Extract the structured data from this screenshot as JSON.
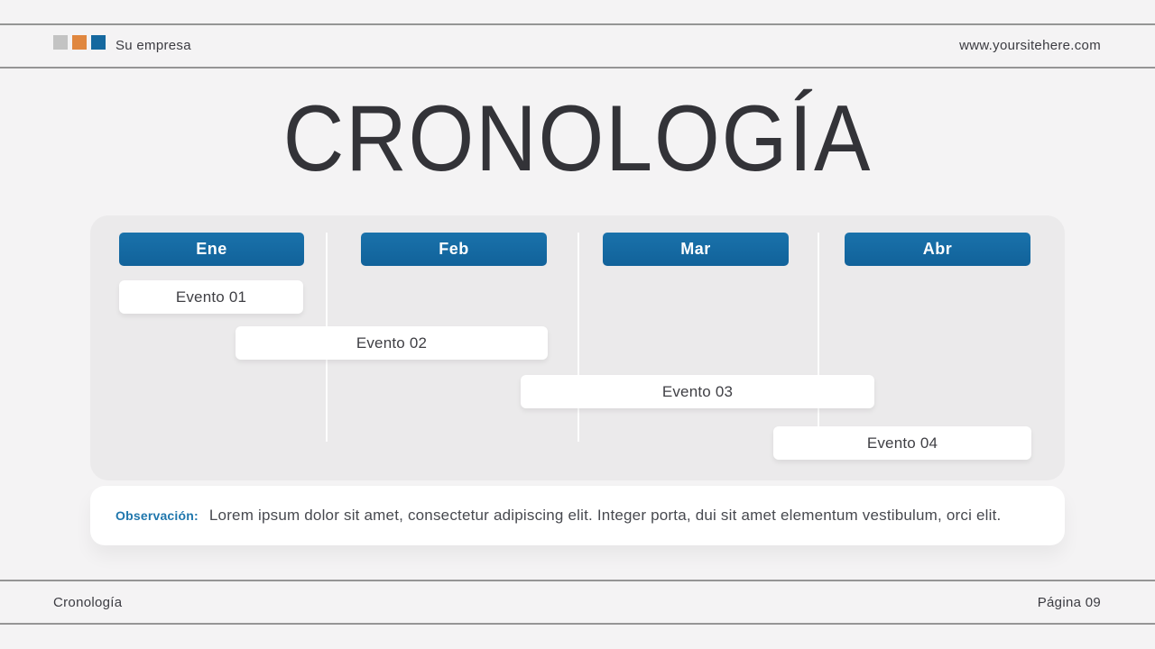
{
  "header": {
    "company": "Su empresa",
    "website": "www.yoursitehere.com",
    "logo_colors": {
      "gray": "#c3c3c3",
      "orange": "#e0873f",
      "blue": "#15689f"
    }
  },
  "title": "CRONOLOGÍA",
  "timeline": {
    "months": [
      {
        "label": "Ene"
      },
      {
        "label": "Feb"
      },
      {
        "label": "Mar"
      },
      {
        "label": "Abr"
      }
    ],
    "events": [
      {
        "label": "Evento 01"
      },
      {
        "label": "Evento 02"
      },
      {
        "label": "Evento 03"
      },
      {
        "label": "Evento 04"
      }
    ]
  },
  "note": {
    "label": "Observación:",
    "text": "Lorem ipsum dolor sit amet, consectetur adipiscing elit. Integer porta, dui sit amet elementum vestibulum, orci elit."
  },
  "footer": {
    "left": "Cronología",
    "right": "Página 09"
  },
  "colors": {
    "accent_blue": "#15689f",
    "accent_orange": "#e0873f",
    "divider_gray": "#959595"
  }
}
